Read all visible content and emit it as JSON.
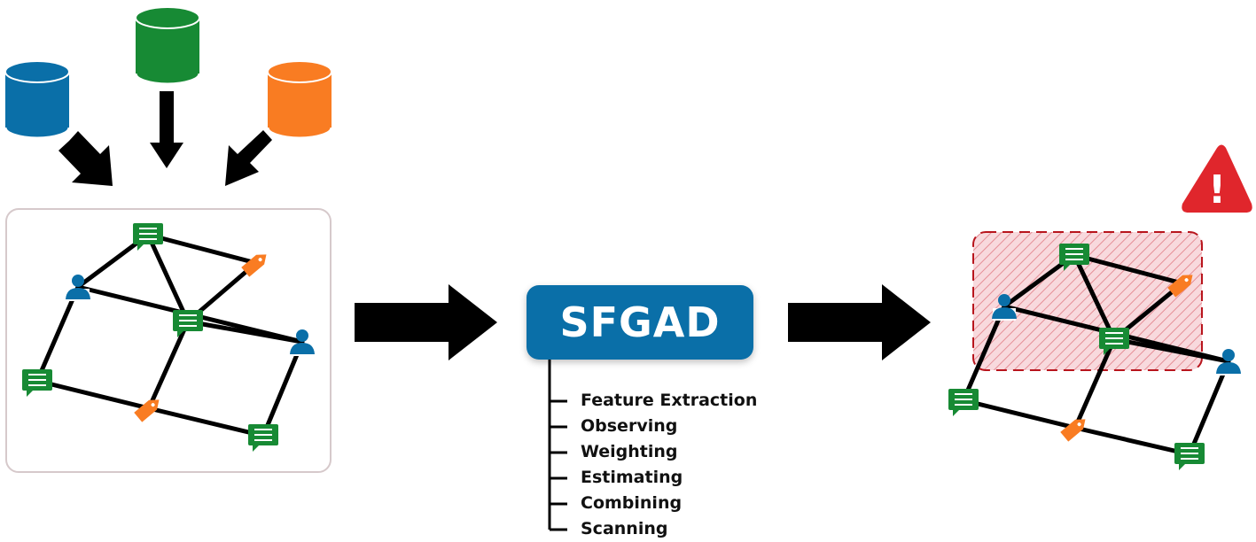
{
  "title": "SFGAD",
  "steps": [
    "Feature Extraction",
    "Observing",
    "Weighting",
    "Estimating",
    "Combining",
    "Scanning"
  ],
  "source_databases": [
    {
      "icon": "database-icon",
      "color": "#0a6fa8"
    },
    {
      "icon": "database-icon",
      "color": "#178a34"
    },
    {
      "icon": "database-icon",
      "color": "#f97c22"
    }
  ],
  "node_types": {
    "user": {
      "icon": "user-icon",
      "color": "#0a6fa8"
    },
    "message": {
      "icon": "message-icon",
      "color": "#178a34"
    },
    "tag": {
      "icon": "tag-icon",
      "color": "#f97c22"
    }
  },
  "input_graph": {
    "nodes": [
      "message",
      "tag",
      "user",
      "message",
      "user",
      "message",
      "tag",
      "message"
    ],
    "edges": [
      [
        0,
        1
      ],
      [
        0,
        2
      ],
      [
        2,
        4
      ],
      [
        1,
        3
      ],
      [
        3,
        4
      ],
      [
        2,
        5
      ],
      [
        3,
        6
      ],
      [
        5,
        6
      ],
      [
        6,
        7
      ],
      [
        4,
        7
      ],
      [
        3,
        0
      ]
    ]
  },
  "output_graph": {
    "nodes": [
      "message",
      "tag",
      "user",
      "message",
      "user",
      "message",
      "tag",
      "message"
    ],
    "edges": [
      [
        0,
        1
      ],
      [
        0,
        2
      ],
      [
        2,
        4
      ],
      [
        1,
        3
      ],
      [
        3,
        4
      ],
      [
        2,
        5
      ],
      [
        3,
        6
      ],
      [
        5,
        6
      ],
      [
        6,
        7
      ],
      [
        4,
        7
      ],
      [
        3,
        0
      ]
    ],
    "anomalous_region_color": "#d41f26"
  },
  "warning_icon": {
    "icon": "warning-icon",
    "color": "#e0262c",
    "symbol": "!"
  }
}
